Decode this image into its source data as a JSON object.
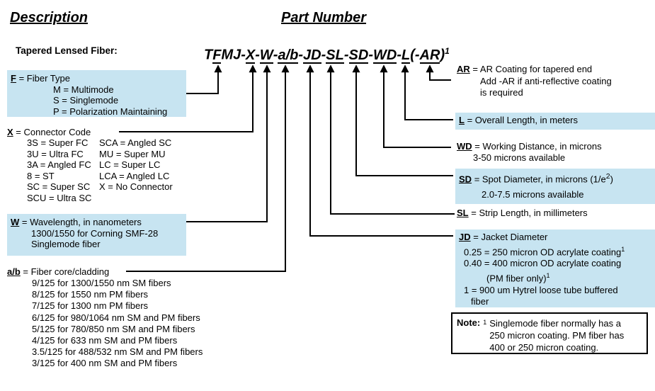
{
  "headers": {
    "description": "Description",
    "part_number": "Part Number"
  },
  "product_label": "Tapered Lensed Fiber:",
  "part_number": {
    "segments": [
      "T",
      "F",
      "MJ-",
      "X",
      "-",
      "W",
      "-",
      "a/b",
      "-",
      "JD",
      "-",
      "SL",
      "-",
      "SD",
      "-",
      "WD",
      "-",
      "L",
      "(-",
      "AR",
      ")"
    ],
    "footnote": "1"
  },
  "fiber_type": {
    "key": "F",
    "title": "= Fiber Type",
    "options": [
      "M = Multimode",
      "S = Singlemode",
      "P = Polarization Maintaining"
    ]
  },
  "connector_code": {
    "key": "X",
    "title": "= Connector Code",
    "col1": [
      "3S = Super FC",
      "3U = Ultra FC",
      "3A = Angled FC",
      "8 = ST",
      "SC = Super SC",
      "SCU = Ultra SC"
    ],
    "col2": [
      "SCA = Angled SC",
      "MU = Super MU",
      "LC = Super LC",
      "LCA = Angled LC",
      "X = No Connector"
    ]
  },
  "wavelength": {
    "key": "W",
    "title": "= Wavelength, in nanometers",
    "lines": [
      "1300/1550 for Corning SMF-28",
      "Singlemode fiber"
    ]
  },
  "core_cladding": {
    "key": "a/b",
    "title": "= Fiber core/cladding",
    "options": [
      "9/125 for 1300/1550 nm SM fibers",
      "8/125 for 1550 nm PM fibers",
      "7/125 for 1300 nm PM fibers",
      "6/125 for 980/1064 nm SM and PM fibers",
      "5/125 for 780/850 nm SM and PM fibers",
      "4/125 for 633 nm SM and PM fibers",
      "3.5/125 for 488/532 nm SM and PM fibers",
      "3/125 for 400 nm SM and PM fibers"
    ]
  },
  "ar_coating": {
    "key": "AR",
    "title": "= AR Coating for tapered end",
    "lines": [
      "Add -AR if anti-reflective coating",
      "is required"
    ]
  },
  "overall_length": {
    "key": "L",
    "title": "= Overall Length, in meters"
  },
  "working_distance": {
    "key": "WD",
    "title": "= Working Distance, in microns",
    "availability": "3-50 microns available"
  },
  "spot_diameter": {
    "key": "SD",
    "title_pre": "= Spot Diameter, in microns (1/e",
    "title_sup": "2",
    "title_post": ")",
    "availability": "2.0-7.5 microns available"
  },
  "strip_length": {
    "key": "SL",
    "title": "= Strip Length, in millimeters"
  },
  "jacket_diameter": {
    "key": "JD",
    "title": "= Jacket Diameter",
    "options": [
      {
        "text": "0.25 = 250 micron OD acrylate coating",
        "footnote": "1"
      },
      {
        "text": "0.40 = 400 micron OD acrylate coating",
        "footnote": ""
      },
      {
        "text": "(PM fiber only)",
        "footnote": "1"
      },
      {
        "text": "1 = 900 um Hytrel loose tube buffered",
        "footnote": ""
      },
      {
        "text": "fiber",
        "footnote": ""
      }
    ]
  },
  "note": {
    "label": "Note:",
    "footnote": "1",
    "lines": [
      "Singlemode fiber normally has a",
      "250 micron coating. PM fiber has",
      "400 or 250 micron coating."
    ]
  },
  "colors": {
    "highlight": "#c7e4f1",
    "ink": "#000000"
  }
}
